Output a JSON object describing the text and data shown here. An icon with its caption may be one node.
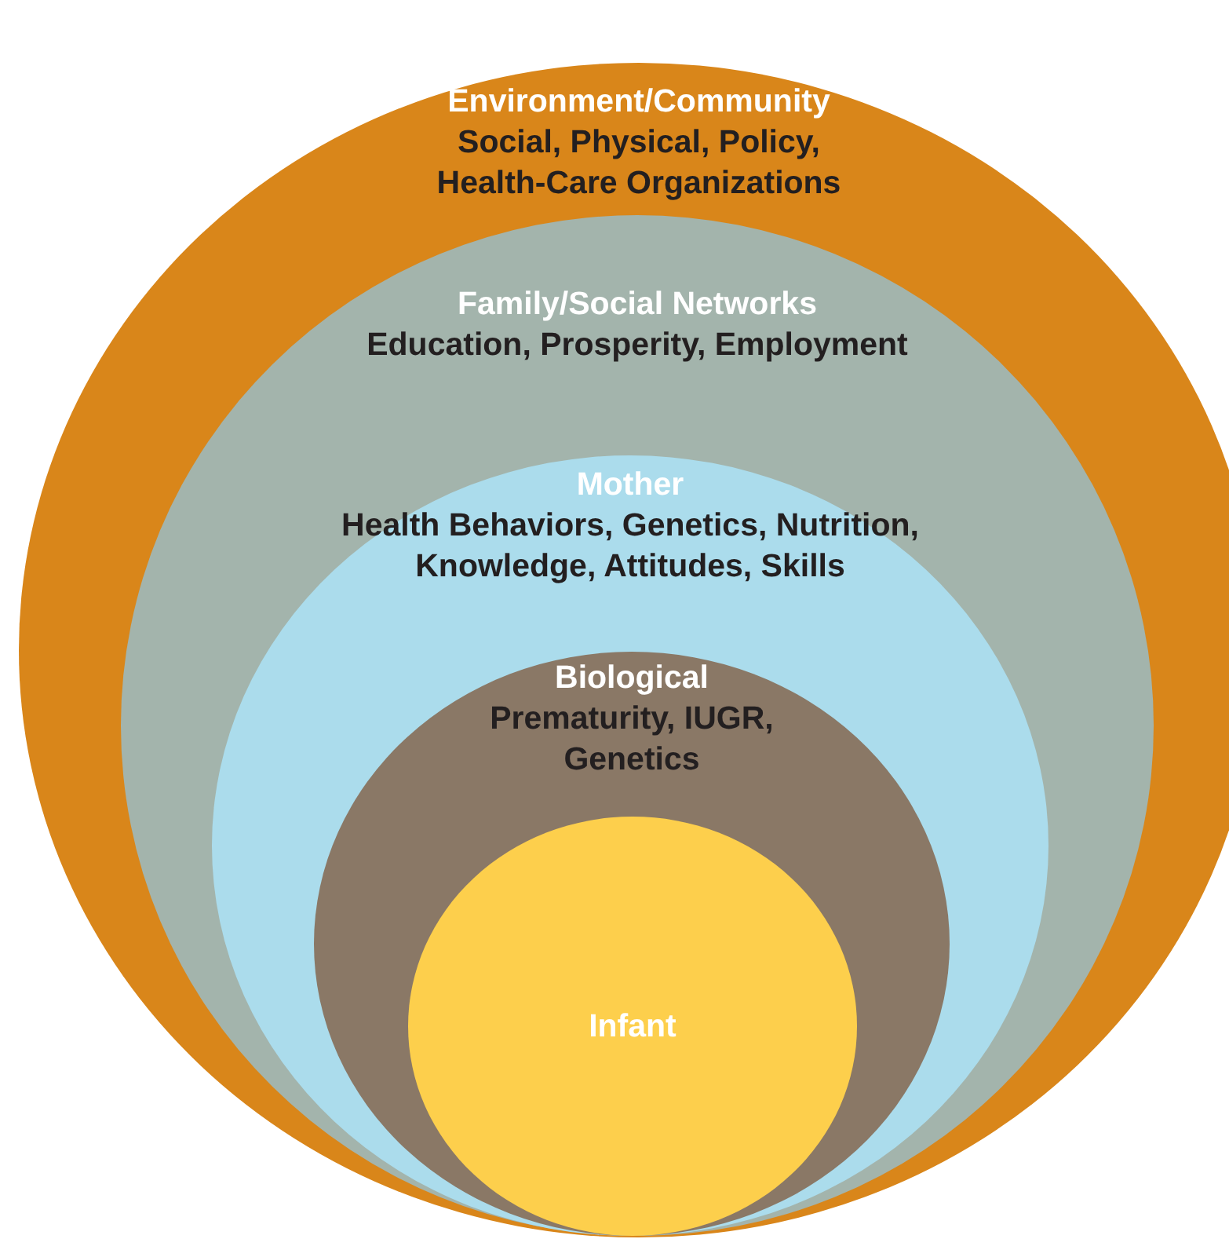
{
  "diagram": {
    "nodes": [
      {
        "text": [
          "Environment/Community",
          "Social, Physical, Policy, Health-Care Organizations"
        ]
      },
      {
        "text": [
          "Family/Social Networks",
          "Education, Prosperity, Employment"
        ],
        "in": 0
      },
      {
        "text": [
          "Mother",
          "Health Behaviors, Genetics, Nutrition, Knowledge, Attitudes, Skills"
        ],
        "in": 1
      },
      {
        "text": [
          "Biological",
          "Prematurity, IUGR, Genetics"
        ],
        "in": 2
      },
      {
        "text": [
          "Infant"
        ],
        "in": 3
      }
    ],
    "edges": []
  }
}
